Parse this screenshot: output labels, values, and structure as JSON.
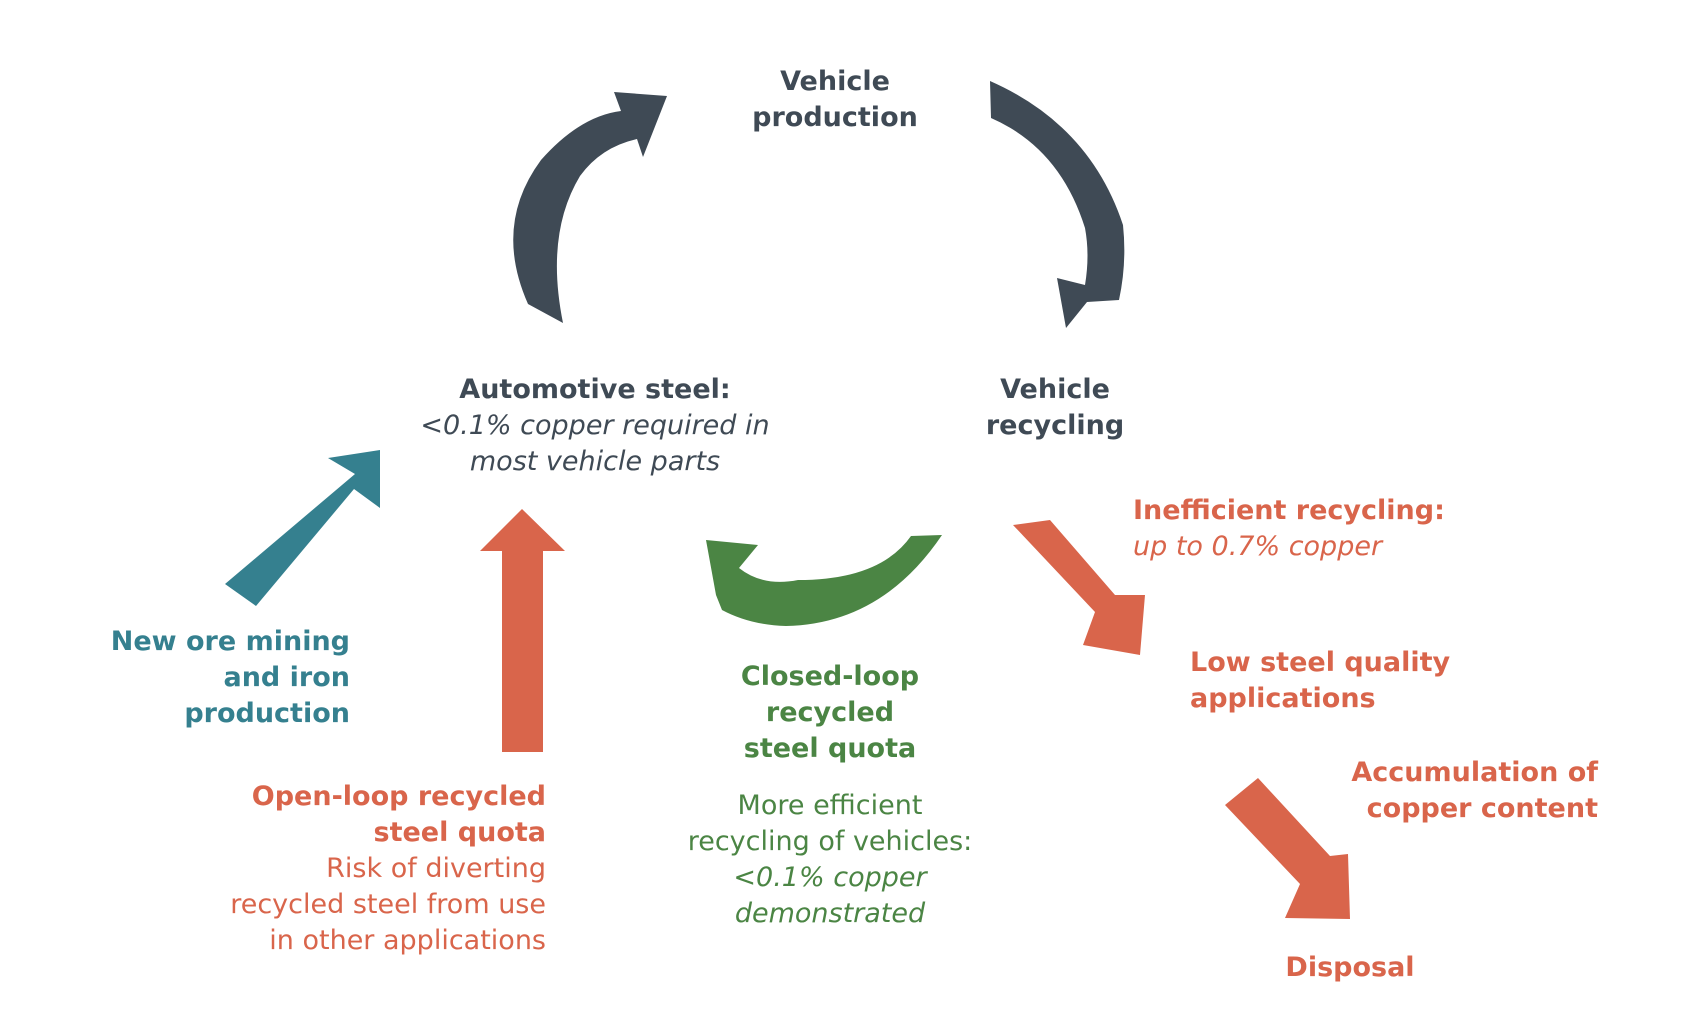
{
  "colors": {
    "dark": "#3f4a55",
    "teal": "#35808f",
    "red": "#d9654b",
    "green": "#4b8544"
  },
  "nodes": {
    "vehicle_production": {
      "line1": "Vehicle",
      "line2": "production"
    },
    "automotive_steel": {
      "title": "Automotive steel:",
      "detail_line1": "<0.1% copper required in",
      "detail_line2": "most vehicle parts"
    },
    "vehicle_recycling": {
      "line1": "Vehicle",
      "line2": "recycling"
    },
    "new_ore": {
      "line1": "New ore mining",
      "line2": "and iron",
      "line3": "production"
    },
    "open_loop": {
      "title_line1": "Open-loop recycled",
      "title_line2": "steel quota",
      "detail_line1": "Risk of diverting",
      "detail_line2": "recycled steel from use",
      "detail_line3": "in other applications"
    },
    "closed_loop": {
      "title_line1": "Closed-loop",
      "title_line2": "recycled",
      "title_line3": "steel quota",
      "detail_line1": "More efficient",
      "detail_line2": "recycling of vehicles:",
      "detail_line3": "<0.1% copper",
      "detail_line4": "demonstrated"
    },
    "inefficient": {
      "title": "Inefficient recycling:",
      "detail": "up to 0.7% copper"
    },
    "low_quality": {
      "line1": "Low steel quality",
      "line2": "applications"
    },
    "accumulation": {
      "line1": "Accumulation of",
      "line2": "copper content"
    },
    "disposal": {
      "label": "Disposal"
    }
  },
  "arrows": [
    {
      "name": "steel-to-production-arrow",
      "color": "dark"
    },
    {
      "name": "production-to-recycling-arrow",
      "color": "dark"
    },
    {
      "name": "new-ore-arrow",
      "color": "teal"
    },
    {
      "name": "open-loop-arrow",
      "color": "red"
    },
    {
      "name": "closed-loop-arrow",
      "color": "green"
    },
    {
      "name": "inefficient-recycling-arrow",
      "color": "red"
    },
    {
      "name": "accumulation-arrow",
      "color": "red"
    }
  ]
}
